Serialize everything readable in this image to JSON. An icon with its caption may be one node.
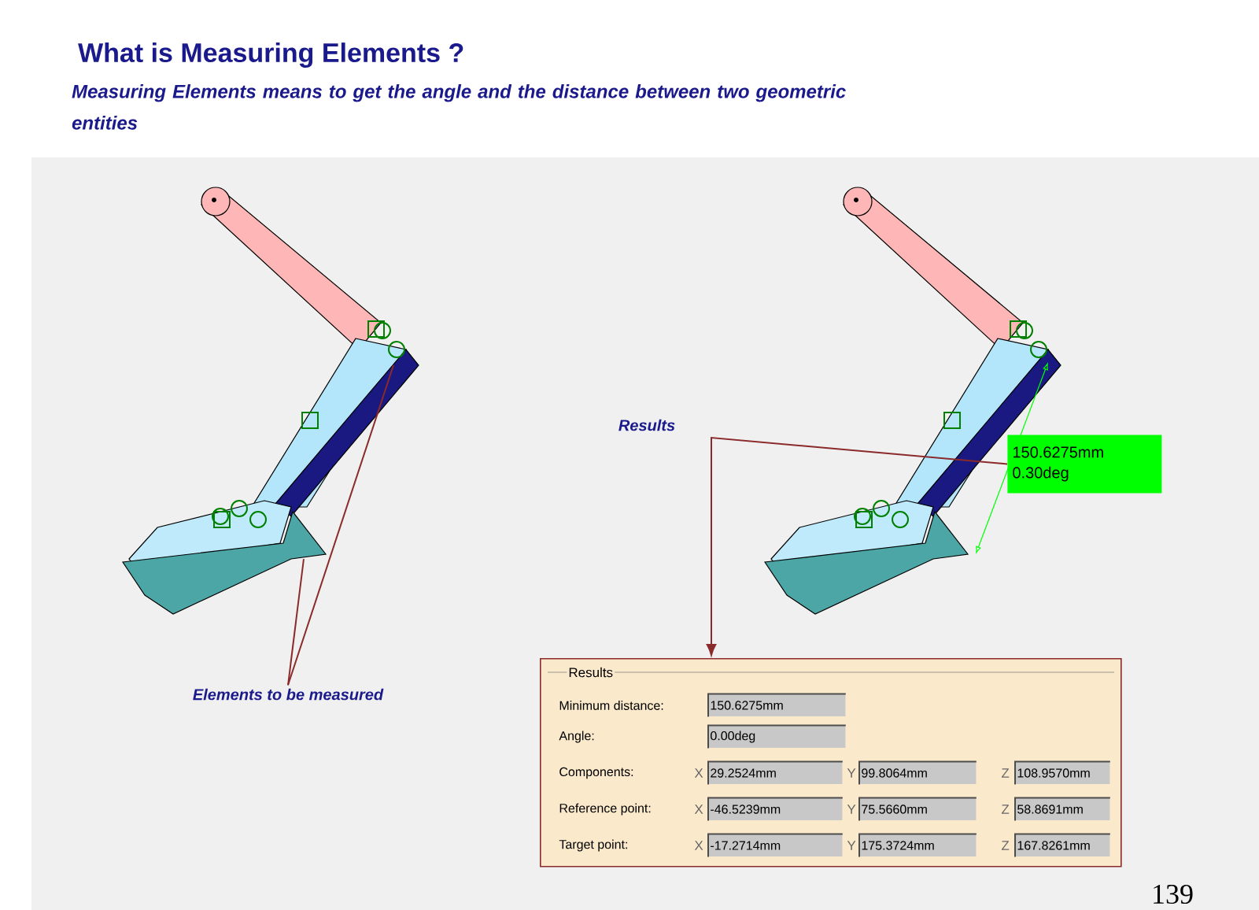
{
  "diagram": {
    "title": "What is Measuring Elements ?",
    "nodes": [
      {
        "text": [
          "150.6275mm 0.30deg"
        ]
      },
      {
        "text": [
          "Elements to be measured"
        ]
      },
      {
        "text": [
          "Results"
        ]
      }
    ],
    "edges": [
      {
        "from": 0,
        "to": 2,
        "arrow": "to",
        "label": "Results"
      },
      {
        "from": 1,
        "to": null,
        "arrow": "none"
      },
      {
        "from": 1,
        "to": null,
        "arrow": "none"
      }
    ],
    "labels": [
      "Measuring Elements means to get the angle and the distance between two geometric entities",
      "Minimum distance:",
      "150.6275mm",
      "Angle:",
      "0.00deg",
      "Components:",
      "X",
      "29.2524mm",
      "Y",
      "99.8064mm",
      "Z",
      "108.9570mm",
      "Reference point:",
      "X",
      "-46.5239mm",
      "Y",
      "75.5660mm",
      "Z",
      "58.8691mm",
      "Target point:",
      "X",
      "-17.2714mm",
      "Y",
      "175.3724mm",
      "Z",
      "167.8261mm",
      "139"
    ]
  }
}
